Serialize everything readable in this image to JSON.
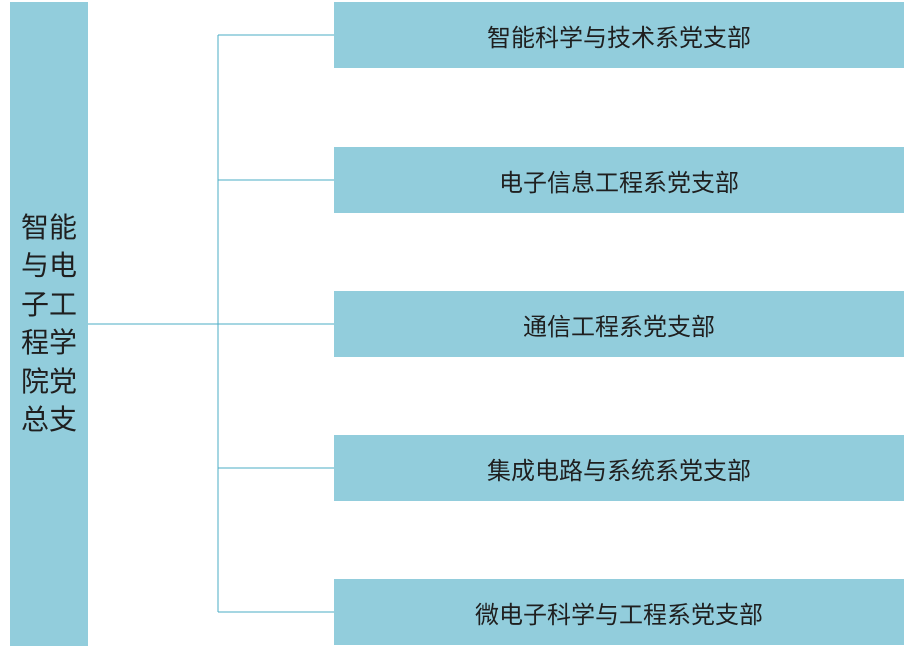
{
  "diagram": {
    "root": {
      "label": "智能与电子工程学院党总支"
    },
    "branches": [
      {
        "label": "智能科学与技术系党支部"
      },
      {
        "label": "电子信息工程系党支部"
      },
      {
        "label": "通信工程系党支部"
      },
      {
        "label": "集成电路与系统系党支部"
      },
      {
        "label": "微电子科学与工程系党支部"
      }
    ],
    "colors": {
      "box_fill": "#92CDDC",
      "connector": "#4BACC6",
      "text": "#1f1f1f"
    }
  }
}
